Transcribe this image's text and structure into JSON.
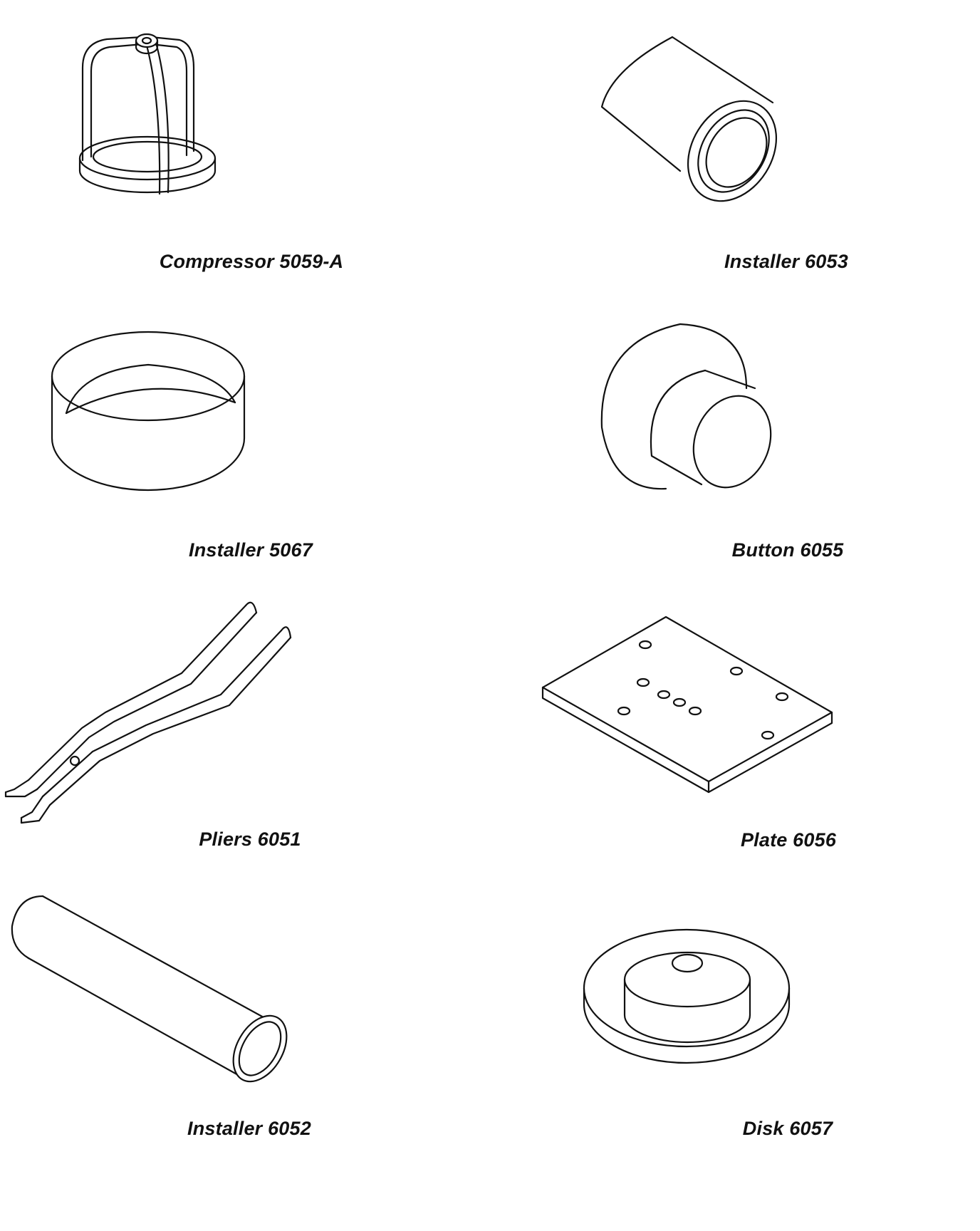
{
  "tools": [
    {
      "id": "compressor",
      "label": "Compressor 5059-A",
      "icon": "compressor-cage-icon"
    },
    {
      "id": "installer-6053",
      "label": "Installer 6053",
      "icon": "installer-sleeve-icon"
    },
    {
      "id": "installer-5067",
      "label": "Installer 5067",
      "icon": "installer-ring-icon"
    },
    {
      "id": "button-6055",
      "label": "Button 6055",
      "icon": "stepped-button-icon"
    },
    {
      "id": "pliers-6051",
      "label": "Pliers 6051",
      "icon": "snap-ring-pliers-icon"
    },
    {
      "id": "plate-6056",
      "label": "Plate 6056",
      "icon": "drilled-plate-icon"
    },
    {
      "id": "installer-6052",
      "label": "Installer 6052",
      "icon": "installer-tube-icon"
    },
    {
      "id": "disk-6057",
      "label": "Disk 6057",
      "icon": "stepped-disk-icon"
    }
  ]
}
